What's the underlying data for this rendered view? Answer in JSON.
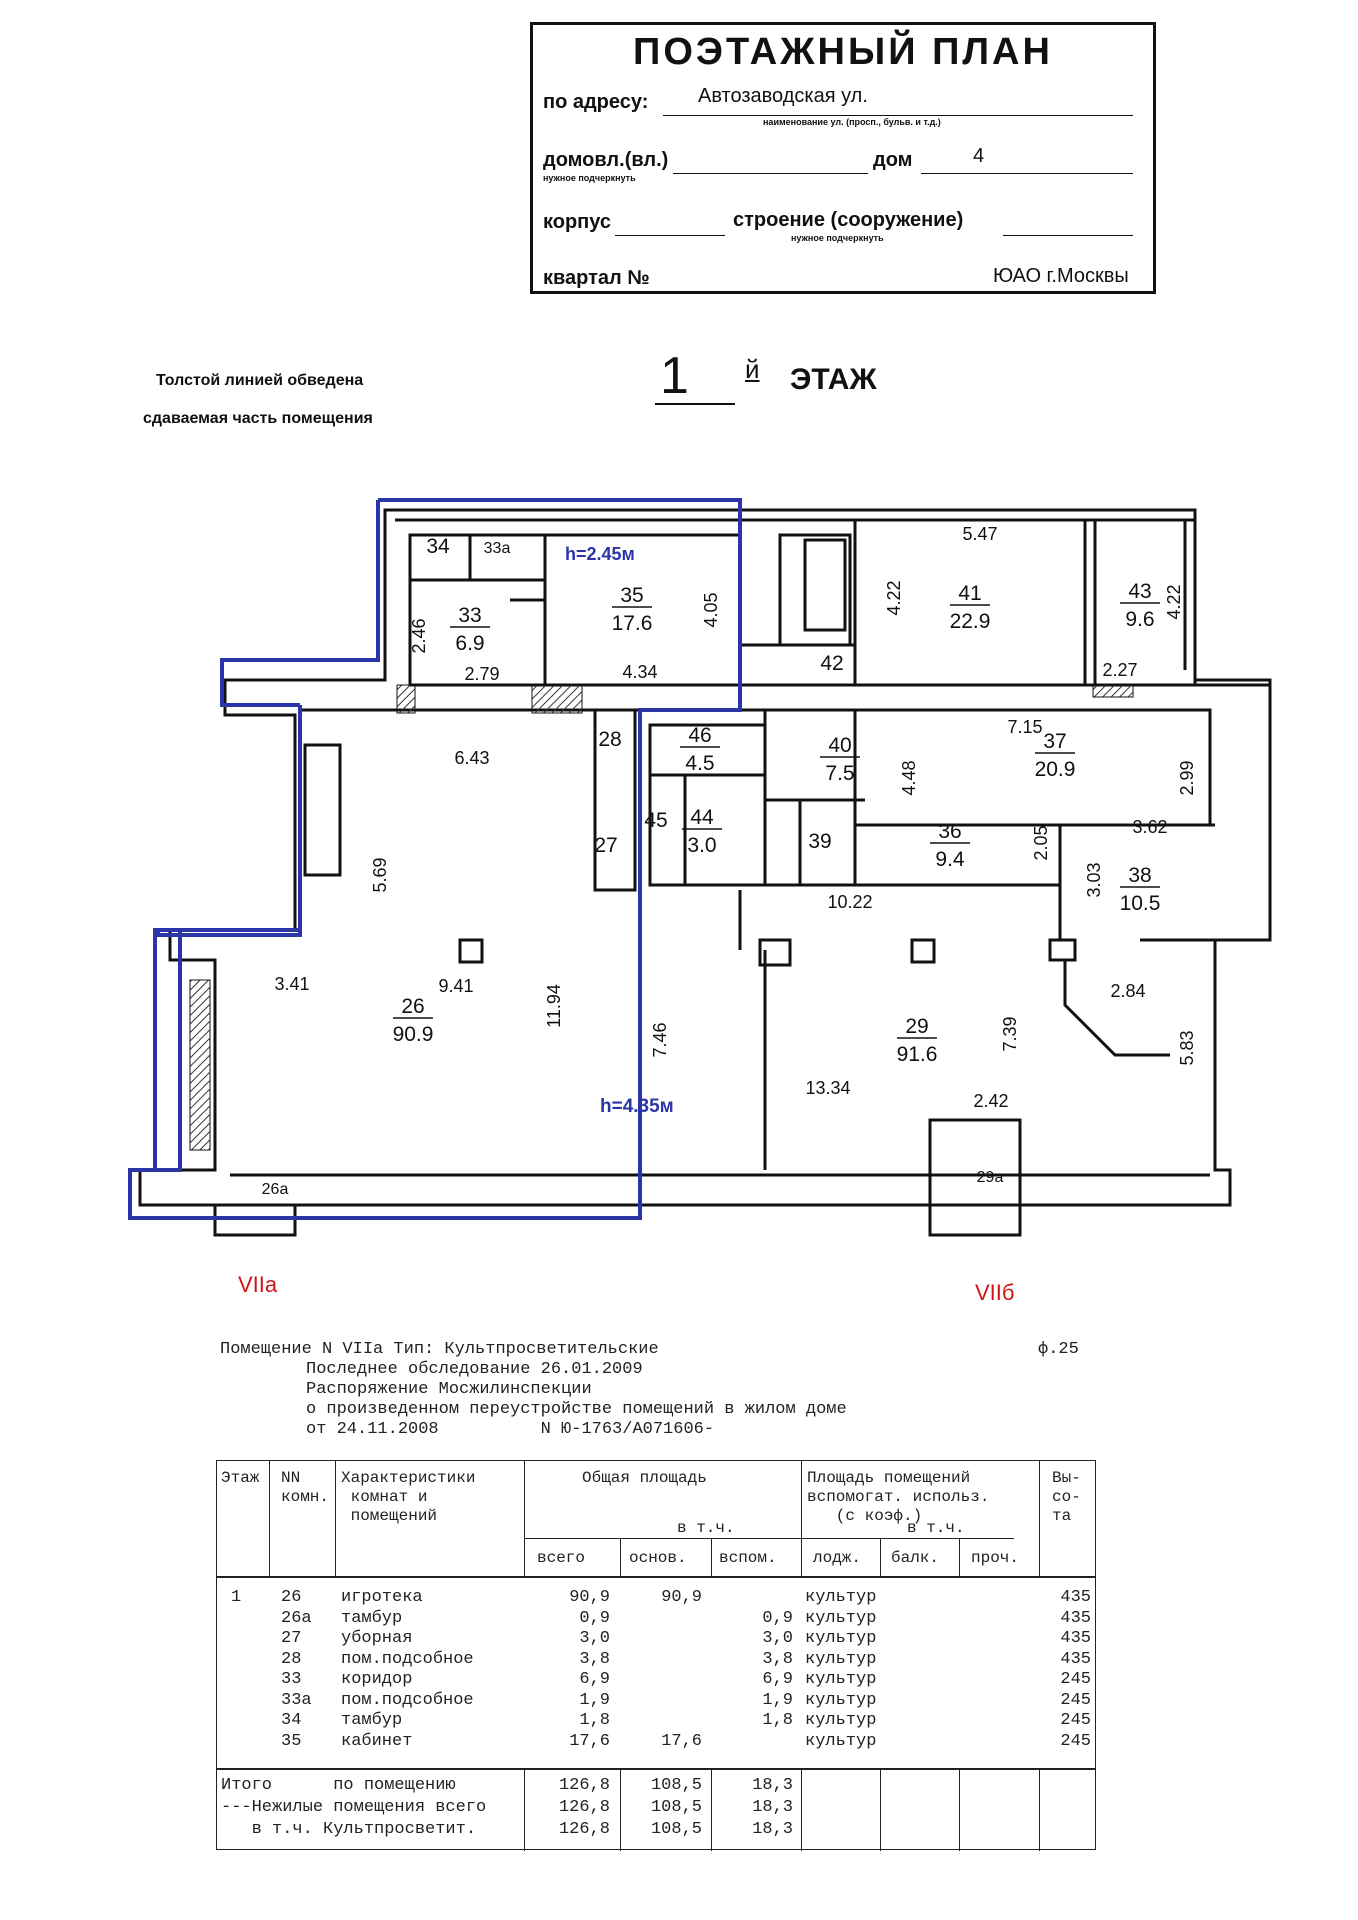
{
  "header": {
    "title": "ПОЭТАЖНЫЙ ПЛАН",
    "address_label": "по адресу:",
    "address_value": "Автозаводская ул.",
    "address_hint": "наименование ул. (просп., бульв. и т.д.)",
    "domovl_label": "домовл.(вл.)",
    "domovl_hint": "нужное подчеркнуть",
    "dom_label": "дом",
    "dom_value": "4",
    "korpus_label": "корпус",
    "stroenie_label": "строение (сооружение)",
    "stroenie_hint": "нужное подчеркнуть",
    "kvartal_label": "квартал №",
    "district": "ЮАО г.Москвы"
  },
  "note": {
    "line1": "Толстой линией обведена",
    "line2": "сдаваемая часть помещения"
  },
  "floor": {
    "number": "1",
    "suffix": "й",
    "word": "ЭТАЖ"
  },
  "plan": {
    "rooms": [
      {
        "no": "34",
        "area": ""
      },
      {
        "no": "33а",
        "area": ""
      },
      {
        "no": "33",
        "area": "6.9"
      },
      {
        "no": "35",
        "area": "17.6"
      },
      {
        "no": "41",
        "area": "22.9"
      },
      {
        "no": "43",
        "area": "9.6"
      },
      {
        "no": "42",
        "area": ""
      },
      {
        "no": "28",
        "area": ""
      },
      {
        "no": "46",
        "area": "4.5"
      },
      {
        "no": "40",
        "area": "7.5"
      },
      {
        "no": "37",
        "area": "20.9"
      },
      {
        "no": "27",
        "area": ""
      },
      {
        "no": "45",
        "area": ""
      },
      {
        "no": "44",
        "area": "3.0"
      },
      {
        "no": "39",
        "area": ""
      },
      {
        "no": "36",
        "area": "9.4"
      },
      {
        "no": "38",
        "area": "10.5"
      },
      {
        "no": "26",
        "area": "90.9"
      },
      {
        "no": "29",
        "area": "91.6"
      },
      {
        "no": "26а",
        "area": ""
      },
      {
        "no": "29а",
        "area": ""
      }
    ],
    "dims": [
      "5.47",
      "4.22",
      "4.22",
      "2.46",
      "2.79",
      "4.34",
      "4.05",
      "2.27",
      "6.43",
      "7.15",
      "4.48",
      "2.99",
      "2.05",
      "3.62",
      "3.03",
      "10.22",
      "5.69",
      "9.41",
      "11.94",
      "3.41",
      "7.46",
      "13.34",
      "7.39",
      "2.84",
      "5.83",
      "2.42"
    ],
    "height_upper": "h=2.45м",
    "height_lower": "h=4.35м",
    "section_a": "VIIa",
    "section_b": "VIIб",
    "colors": {
      "outline": "#2b35a8",
      "section": "#d01515",
      "walls": "#111111"
    }
  },
  "info": {
    "line1": "Помещение N VIIa Тип: Культпросветительские",
    "form": "ф.25",
    "line2": "Последнее обследование 26.01.2009",
    "line3": "Распоряжение Мосжилинспекции",
    "line4": "о произведенном переустройстве помещений в жилом доме",
    "line5": "от 24.11.2008          N Ю-1763/А071606-"
  },
  "table": {
    "headers": {
      "floor": "Этаж",
      "num": "NN\nкомн.",
      "desc": "Характеристики\n комнат и\n помещений",
      "total_area": "Общая площадь",
      "incl": "в т.ч.",
      "aux": "Площадь помещений\nвспомогат. использ.\n   (с коэф.)",
      "incl2": "в т.ч.",
      "height": "Вы-\nсо-\nта",
      "all": "всего",
      "main": "основ.",
      "auxil": "вспом.",
      "loggia": "лодж.",
      "balc": "балк.",
      "other": "проч."
    },
    "floor_value": "1",
    "rows": [
      {
        "num": "26",
        "desc": "игротека",
        "total": "90,9",
        "main": "90,9",
        "aux": "",
        "use": "культур",
        "h": "435"
      },
      {
        "num": "26а",
        "desc": "тамбур",
        "total": "0,9",
        "main": "",
        "aux": "0,9",
        "use": "культур",
        "h": "435"
      },
      {
        "num": "27",
        "desc": "уборная",
        "total": "3,0",
        "main": "",
        "aux": "3,0",
        "use": "культур",
        "h": "435"
      },
      {
        "num": "28",
        "desc": "пом.подсобное",
        "total": "3,8",
        "main": "",
        "aux": "3,8",
        "use": "культур",
        "h": "435"
      },
      {
        "num": "33",
        "desc": "коридор",
        "total": "6,9",
        "main": "",
        "aux": "6,9",
        "use": "культур",
        "h": "245"
      },
      {
        "num": "33а",
        "desc": "пом.подсобное",
        "total": "1,9",
        "main": "",
        "aux": "1,9",
        "use": "культур",
        "h": "245"
      },
      {
        "num": "34",
        "desc": "тамбур",
        "total": "1,8",
        "main": "",
        "aux": "1,8",
        "use": "культур",
        "h": "245"
      },
      {
        "num": "35",
        "desc": "кабинет",
        "total": "17,6",
        "main": "17,6",
        "aux": "",
        "use": "культур",
        "h": "245"
      }
    ],
    "totals": [
      {
        "label": "Итого      по помещению",
        "total": "126,8",
        "main": "108,5",
        "aux": "18,3"
      },
      {
        "label": "---Нежилые помещения всего",
        "total": "126,8",
        "main": "108,5",
        "aux": "18,3"
      },
      {
        "label": "   в т.ч. Культпросветит.",
        "total": "126,8",
        "main": "108,5",
        "aux": "18,3"
      }
    ]
  }
}
